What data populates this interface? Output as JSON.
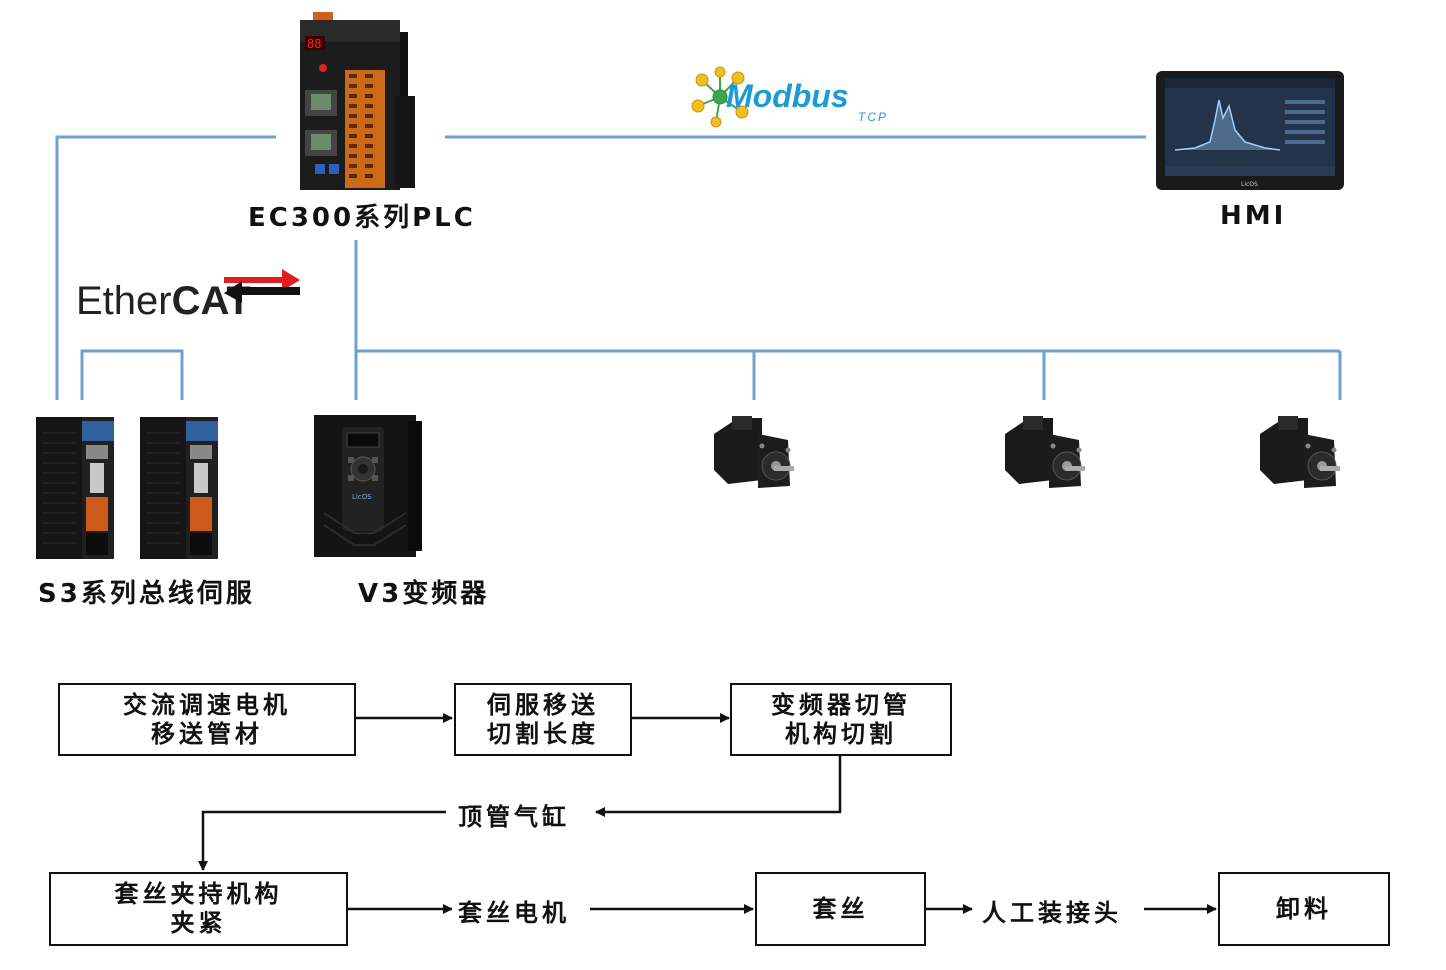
{
  "network": {
    "protocol_modbus": "Modbus",
    "protocol_modbus_sub": "TCP",
    "protocol_ethercat_a": "Ether",
    "protocol_ethercat_b": "CAT",
    "plc_label": "EC300系列PLC",
    "hmi_label": "HMI",
    "servo_label": "S3系列总线伺服",
    "vfd_label": "V3变频器",
    "colors": {
      "line": "#6fa0cf",
      "ethercat_red": "#e02020",
      "modbus_blue": "#1a9bd6",
      "modbus_green": "#3aa94a"
    },
    "icons": [
      "plc-device",
      "hmi-touchscreen",
      "servo-drive",
      "frequency-inverter",
      "servo-motor"
    ]
  },
  "flow": {
    "step1_line1": "交流调速电机",
    "step1_line2": "移送管材",
    "step2_line1": "伺服移送",
    "step2_line2": "切割长度",
    "step3_line1": "变频器切管",
    "step3_line2": "机构切割",
    "step4": "顶管气缸",
    "step5_line1": "套丝夹持机构",
    "step5_line2": "夹紧",
    "step6": "套丝电机",
    "step7": "套丝",
    "step8": "人工装接头",
    "step9": "卸料"
  }
}
